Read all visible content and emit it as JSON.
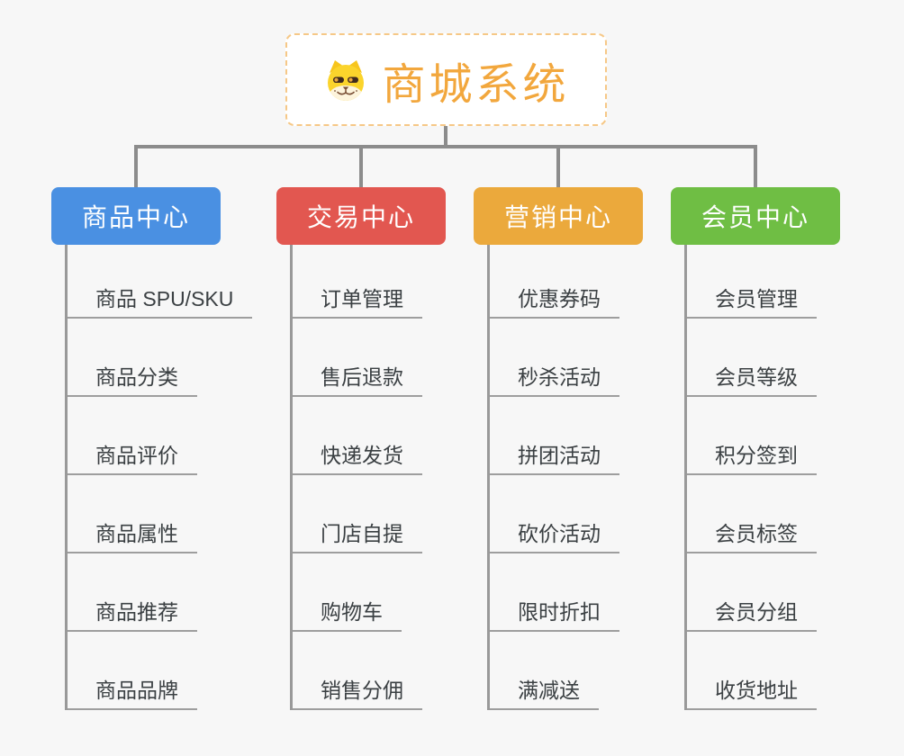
{
  "app": {
    "background": "#F7F7F7",
    "connector_color": "#8C8C8C",
    "underline_color": "#9E9E9E"
  },
  "root": {
    "label": "商城系统",
    "icon": "doge-icon",
    "text_color": "#F2A73D",
    "border_color": "#F6C887"
  },
  "branches": [
    {
      "label": "商品中心",
      "color": "#4A90E2",
      "children": [
        "商品 SPU/SKU",
        "商品分类",
        "商品评价",
        "商品属性",
        "商品推荐",
        "商品品牌"
      ]
    },
    {
      "label": "交易中心",
      "color": "#E25750",
      "children": [
        "订单管理",
        "售后退款",
        "快递发货",
        "门店自提",
        "购物车",
        "销售分佣"
      ]
    },
    {
      "label": "营销中心",
      "color": "#EBA93C",
      "children": [
        "优惠券码",
        "秒杀活动",
        "拼团活动",
        "砍价活动",
        "限时折扣",
        "满减送"
      ]
    },
    {
      "label": "会员中心",
      "color": "#6FBE44",
      "children": [
        "会员管理",
        "会员等级",
        "积分签到",
        "会员标签",
        "会员分组",
        "收货地址"
      ]
    }
  ]
}
